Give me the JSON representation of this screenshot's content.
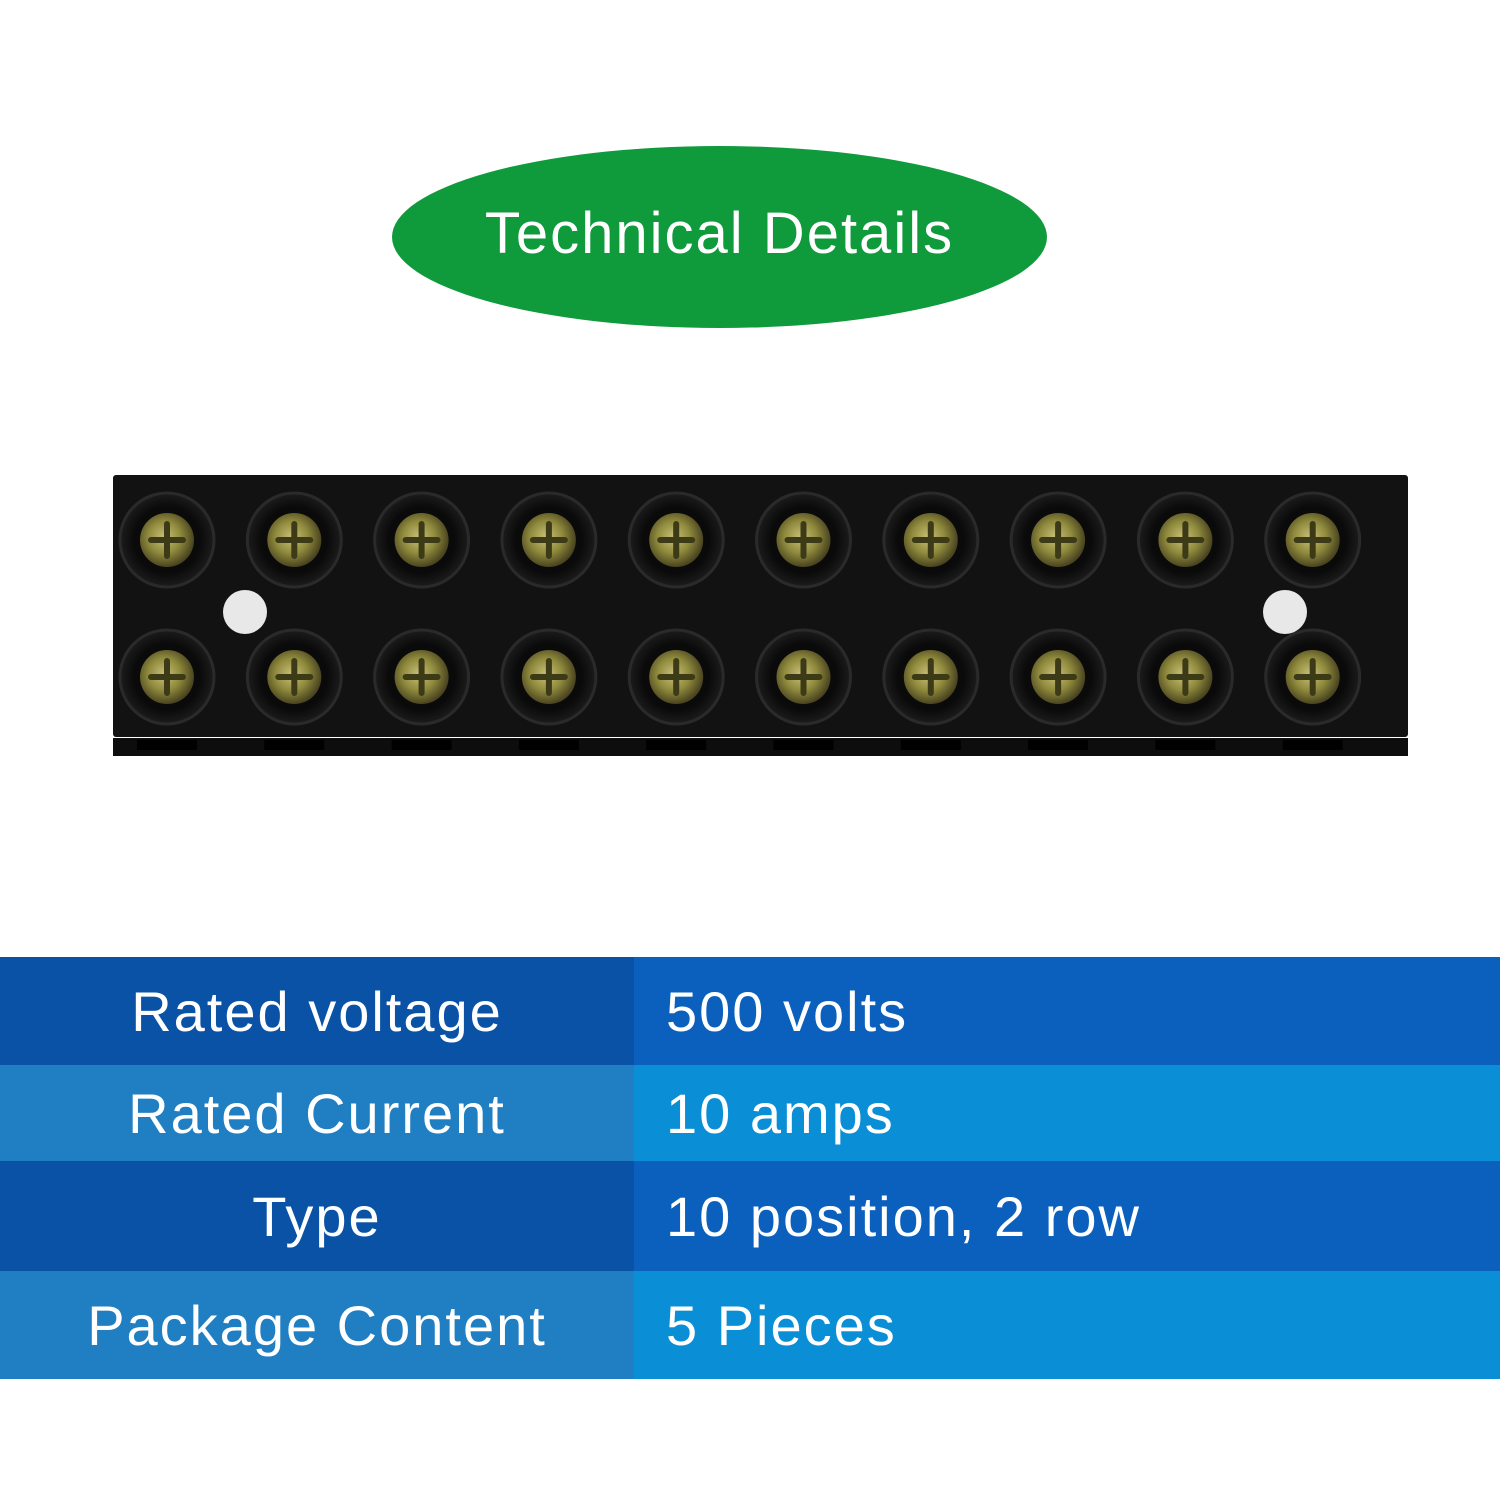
{
  "header": {
    "title": "Technical Details"
  },
  "product": {
    "name_icon": "terminal-block-image",
    "positions": 10,
    "rows": 2
  },
  "specs": [
    {
      "label": "Rated voltage",
      "value": "500 volts"
    },
    {
      "label": "Rated Current",
      "value": "10 amps"
    },
    {
      "label": "Type",
      "value": "10 position, 2 row"
    },
    {
      "label": "Package Content",
      "value": "5 Pieces"
    }
  ],
  "colors": {
    "badge": "#0f9a3c",
    "row_dark_label": "#0952a6",
    "row_dark_value": "#0a60bc",
    "row_light_label": "#1f7fc2",
    "row_light_value": "#0a8fd7"
  }
}
